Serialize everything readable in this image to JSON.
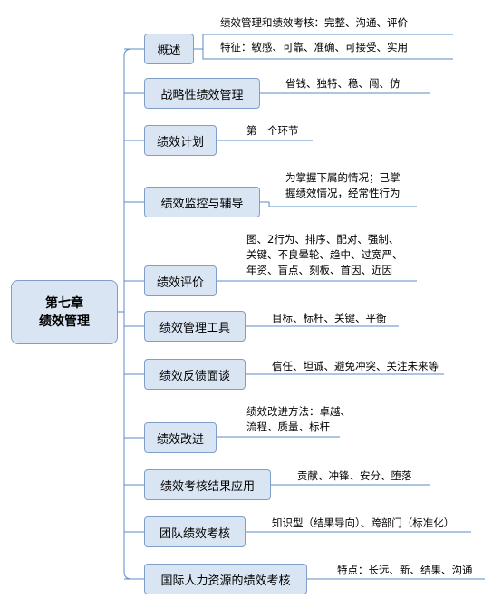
{
  "root": {
    "line1": "第七章",
    "line2": "绩效管理"
  },
  "branches": [
    {
      "label": "概述",
      "notes": [
        [
          "绩效管理和绩效考核：完整、沟通、评价"
        ],
        [
          "特征：敏感、可靠、准确、可接受、实用"
        ]
      ]
    },
    {
      "label": "战略性绩效管理",
      "notes": [
        [
          "省钱、独特、稳、闯、仿"
        ]
      ]
    },
    {
      "label": "绩效计划",
      "notes": [
        [
          "第一个环节"
        ]
      ]
    },
    {
      "label": "绩效监控与辅导",
      "notes": [
        [
          "为掌握下属的情况；已掌",
          "握绩效情况，经常性行为"
        ]
      ]
    },
    {
      "label": "绩效评价",
      "notes": [
        [
          "图、2行为、排序、配对、强制、",
          "关键、不良晕轮、趋中、过宽严、",
          "年资、盲点、刻板、首因、近因"
        ]
      ]
    },
    {
      "label": "绩效管理工具",
      "notes": [
        [
          "目标、标杆、关键、平衡"
        ]
      ]
    },
    {
      "label": "绩效反馈面谈",
      "notes": [
        [
          "信任、坦诚、避免冲突、关注未来等"
        ]
      ]
    },
    {
      "label": "绩效改进",
      "notes": [
        [
          "绩效改进方法：卓越、",
          "流程、质量、标杆"
        ]
      ]
    },
    {
      "label": "绩效考核结果应用",
      "notes": [
        [
          "贡献、冲锋、安分、堕落"
        ]
      ]
    },
    {
      "label": "团队绩效考核",
      "notes": [
        [
          "知识型（结果导向）、跨部门（标准化）"
        ]
      ]
    },
    {
      "label": "国际人力资源的绩效考核",
      "notes": [
        [
          "特点：长远、新、结果、沟通"
        ]
      ]
    }
  ],
  "colors": {
    "box_fill": "#d9e5f2",
    "box_border": "#7f9fc9",
    "connector": "#5b8bc4"
  }
}
